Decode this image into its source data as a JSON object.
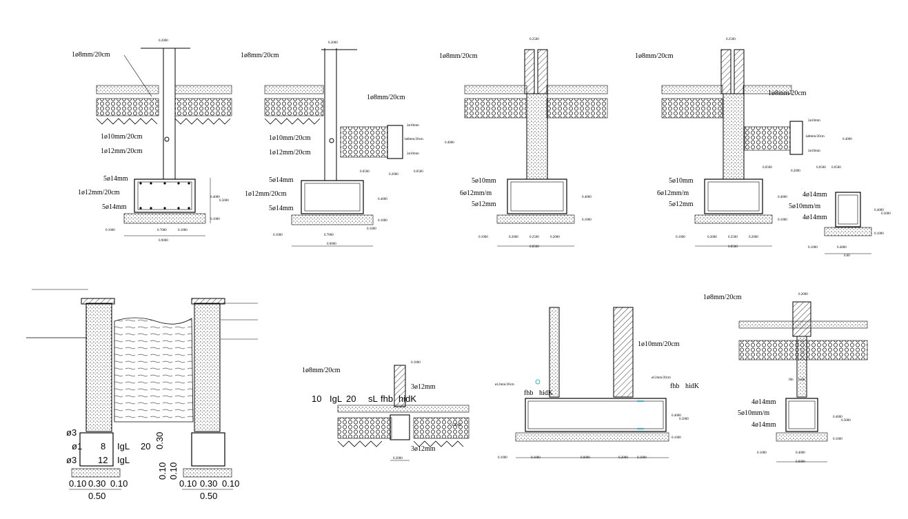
{
  "details": {
    "d1": {
      "wall_dim": "0.2000",
      "labels": [
        "1ø8mm/20cm",
        "1ø10mm/20cm",
        "1ø12mm/20cm",
        "5ø14mm",
        "1ø12mm/20cm",
        "5ø14mm"
      ],
      "dims": [
        "0.4000",
        "0.5000",
        "0.1000",
        "0.1000",
        "0.7000",
        "0.1000",
        "0.9000"
      ]
    },
    "d2": {
      "wall_dim": "0.2000",
      "labels": [
        "1ø8mm/20cm",
        "1ø8mm/20cm",
        "1ø10mm/20cm",
        "1ø12mm/20cm",
        "5ø14mm",
        "1ø12mm/20cm",
        "5ø14mm"
      ],
      "small_labels": [
        "2ø10mm",
        "1ø8mm/20cm",
        "2ø10mm"
      ],
      "dims": [
        "0.4000",
        "0.0500",
        "0.2000",
        "0.0500",
        "0.4000",
        "0.1000",
        "0.1000",
        "0.7000",
        "0.1000",
        "0.9000"
      ]
    },
    "d3": {
      "wall_dim": "0.2500",
      "labels": [
        "1ø8mm/20cm",
        "5ø10mm",
        "6ø12mm/m",
        "5ø12mm"
      ],
      "dims": [
        "0.4000",
        "0.1000",
        "0.1000",
        "0.2000",
        "0.2500",
        "0.2000",
        "0.8500"
      ]
    },
    "d4": {
      "wall_dim": "0.2500",
      "labels": [
        "1ø8mm/20cm",
        "1ø8mm/20cm",
        "5ø10mm",
        "6ø12mm/m",
        "5ø12mm"
      ],
      "small_labels": [
        "2ø10mm",
        "1ø8mm/20cm",
        "2ø10mm"
      ],
      "dims": [
        "0.4000",
        "0.0500",
        "0.2000",
        "0.0500",
        "0.0500",
        "0.4000",
        "0.1000",
        "0.1000",
        "0.2000",
        "0.2500",
        "0.2000",
        "0.8500"
      ]
    },
    "d5": {
      "labels": [
        "4ø14mm",
        "5ø10mm/m",
        "4ø14mm"
      ],
      "dims": [
        "0.4000",
        "0.5000",
        "0.1000",
        "0.1000",
        "0.4000",
        "0.60"
      ]
    },
    "d6": {
      "labels": [
        "ø3",
        "8",
        "ø1",
        "ø3",
        "12",
        "IgL",
        "IgL",
        "20",
        "0.30"
      ],
      "dims_left": [
        "0.10",
        "0.30",
        "0.10",
        "0.50"
      ],
      "dims_right": [
        "0.10",
        "0.30",
        "0.10",
        "0.50"
      ],
      "vertical_dims": [
        "0.10",
        "0.10"
      ]
    },
    "d7": {
      "labels": [
        "1ø8mm/20cm",
        "3ø12mm",
        "3ø12mm",
        "10",
        "IgL",
        "20",
        "sL",
        "fhb",
        "hidK"
      ],
      "dims": [
        "0.1000",
        "0.2000",
        "0.2000"
      ]
    },
    "d8": {
      "labels": [
        "1ø10mm/20cm",
        "ø12mm/20cm",
        "ø12mm/20cm",
        "fhb",
        "hidK",
        "fhb",
        "hidK"
      ],
      "dims": [
        "0.4000",
        "0.5000",
        "0.1000",
        "0.1000",
        "0.1000",
        "0.6000",
        "0.2000",
        "0.1000"
      ]
    },
    "d9": {
      "wall_dim": "0.2000",
      "labels": [
        "1ø8mm/20cm",
        "4ø14mm",
        "5ø10mm/m",
        "4ø14mm",
        "fhb",
        "hidK"
      ],
      "dims": [
        "0.4000",
        "0.5000",
        "0.1000",
        "0.1000",
        "0.4000",
        "0.6000"
      ]
    }
  }
}
